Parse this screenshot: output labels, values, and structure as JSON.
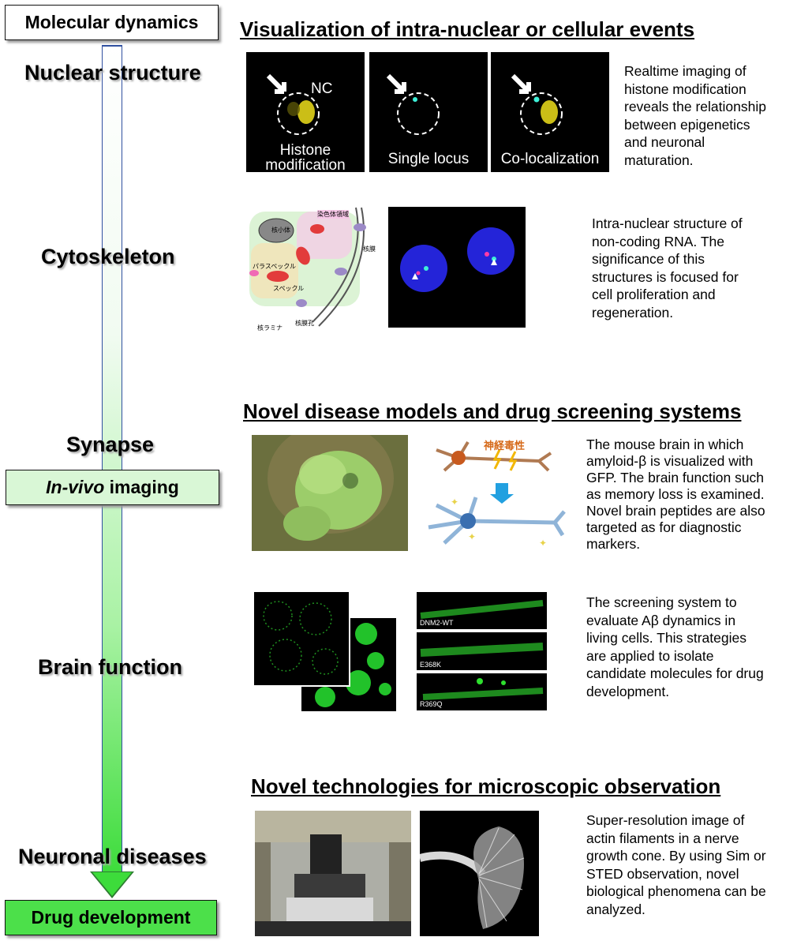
{
  "left": {
    "top_box": "Molecular dynamics",
    "stages": [
      "Nuclear structure",
      "Cytoskeleton",
      "Synapse",
      "Brain function",
      "Neuronal diseases"
    ],
    "invivo_em": "In-vivo",
    "invivo_rest": " imaging",
    "bottom_box": "Drug development",
    "colors": {
      "green_box": "#d9f7d6",
      "bright_box": "#4ce04a",
      "arrow": "#3ddc3b"
    }
  },
  "section1": {
    "heading": "Visualization of intra-nuclear or cellular events",
    "panels": [
      {
        "caption": "Histone\nmodification",
        "label": "NC"
      },
      {
        "caption": "Single locus"
      },
      {
        "caption": "Co-localization"
      }
    ],
    "desc": "Realtime imaging of histone modification reveals the relationship between epigenetics and neuronal maturation."
  },
  "section1b": {
    "diagram_labels": [
      "核小体",
      "染色体領域",
      "パラスペックル",
      "スペックル",
      "核膜",
      "核ラミナ",
      "核膜孔"
    ],
    "desc": "Intra-nuclear structure of non-coding RNA. The significance of this structures is focused for cell proliferation and regeneration."
  },
  "section2": {
    "heading": "Novel disease models and drug screening systems",
    "neuron_label": "神経毒性",
    "desc": "The mouse brain in which amyloid-β is visualized with GFP. The brain function such as memory loss is examined. Novel brain peptides are also targeted as for diagnostic markers."
  },
  "section2b": {
    "strip_labels": [
      "DNM2-WT",
      "E368K",
      "R369Q"
    ],
    "desc": "The screening system to evaluate Aβ dynamics in living cells. This strategies are applied to isolate candidate molecules for drug development."
  },
  "section3": {
    "heading": "Novel technologies for microscopic observation",
    "desc": "Super-resolution image of actin filaments in a nerve growth cone. By using Sim or STED observation, novel biological phenomena can be analyzed."
  }
}
